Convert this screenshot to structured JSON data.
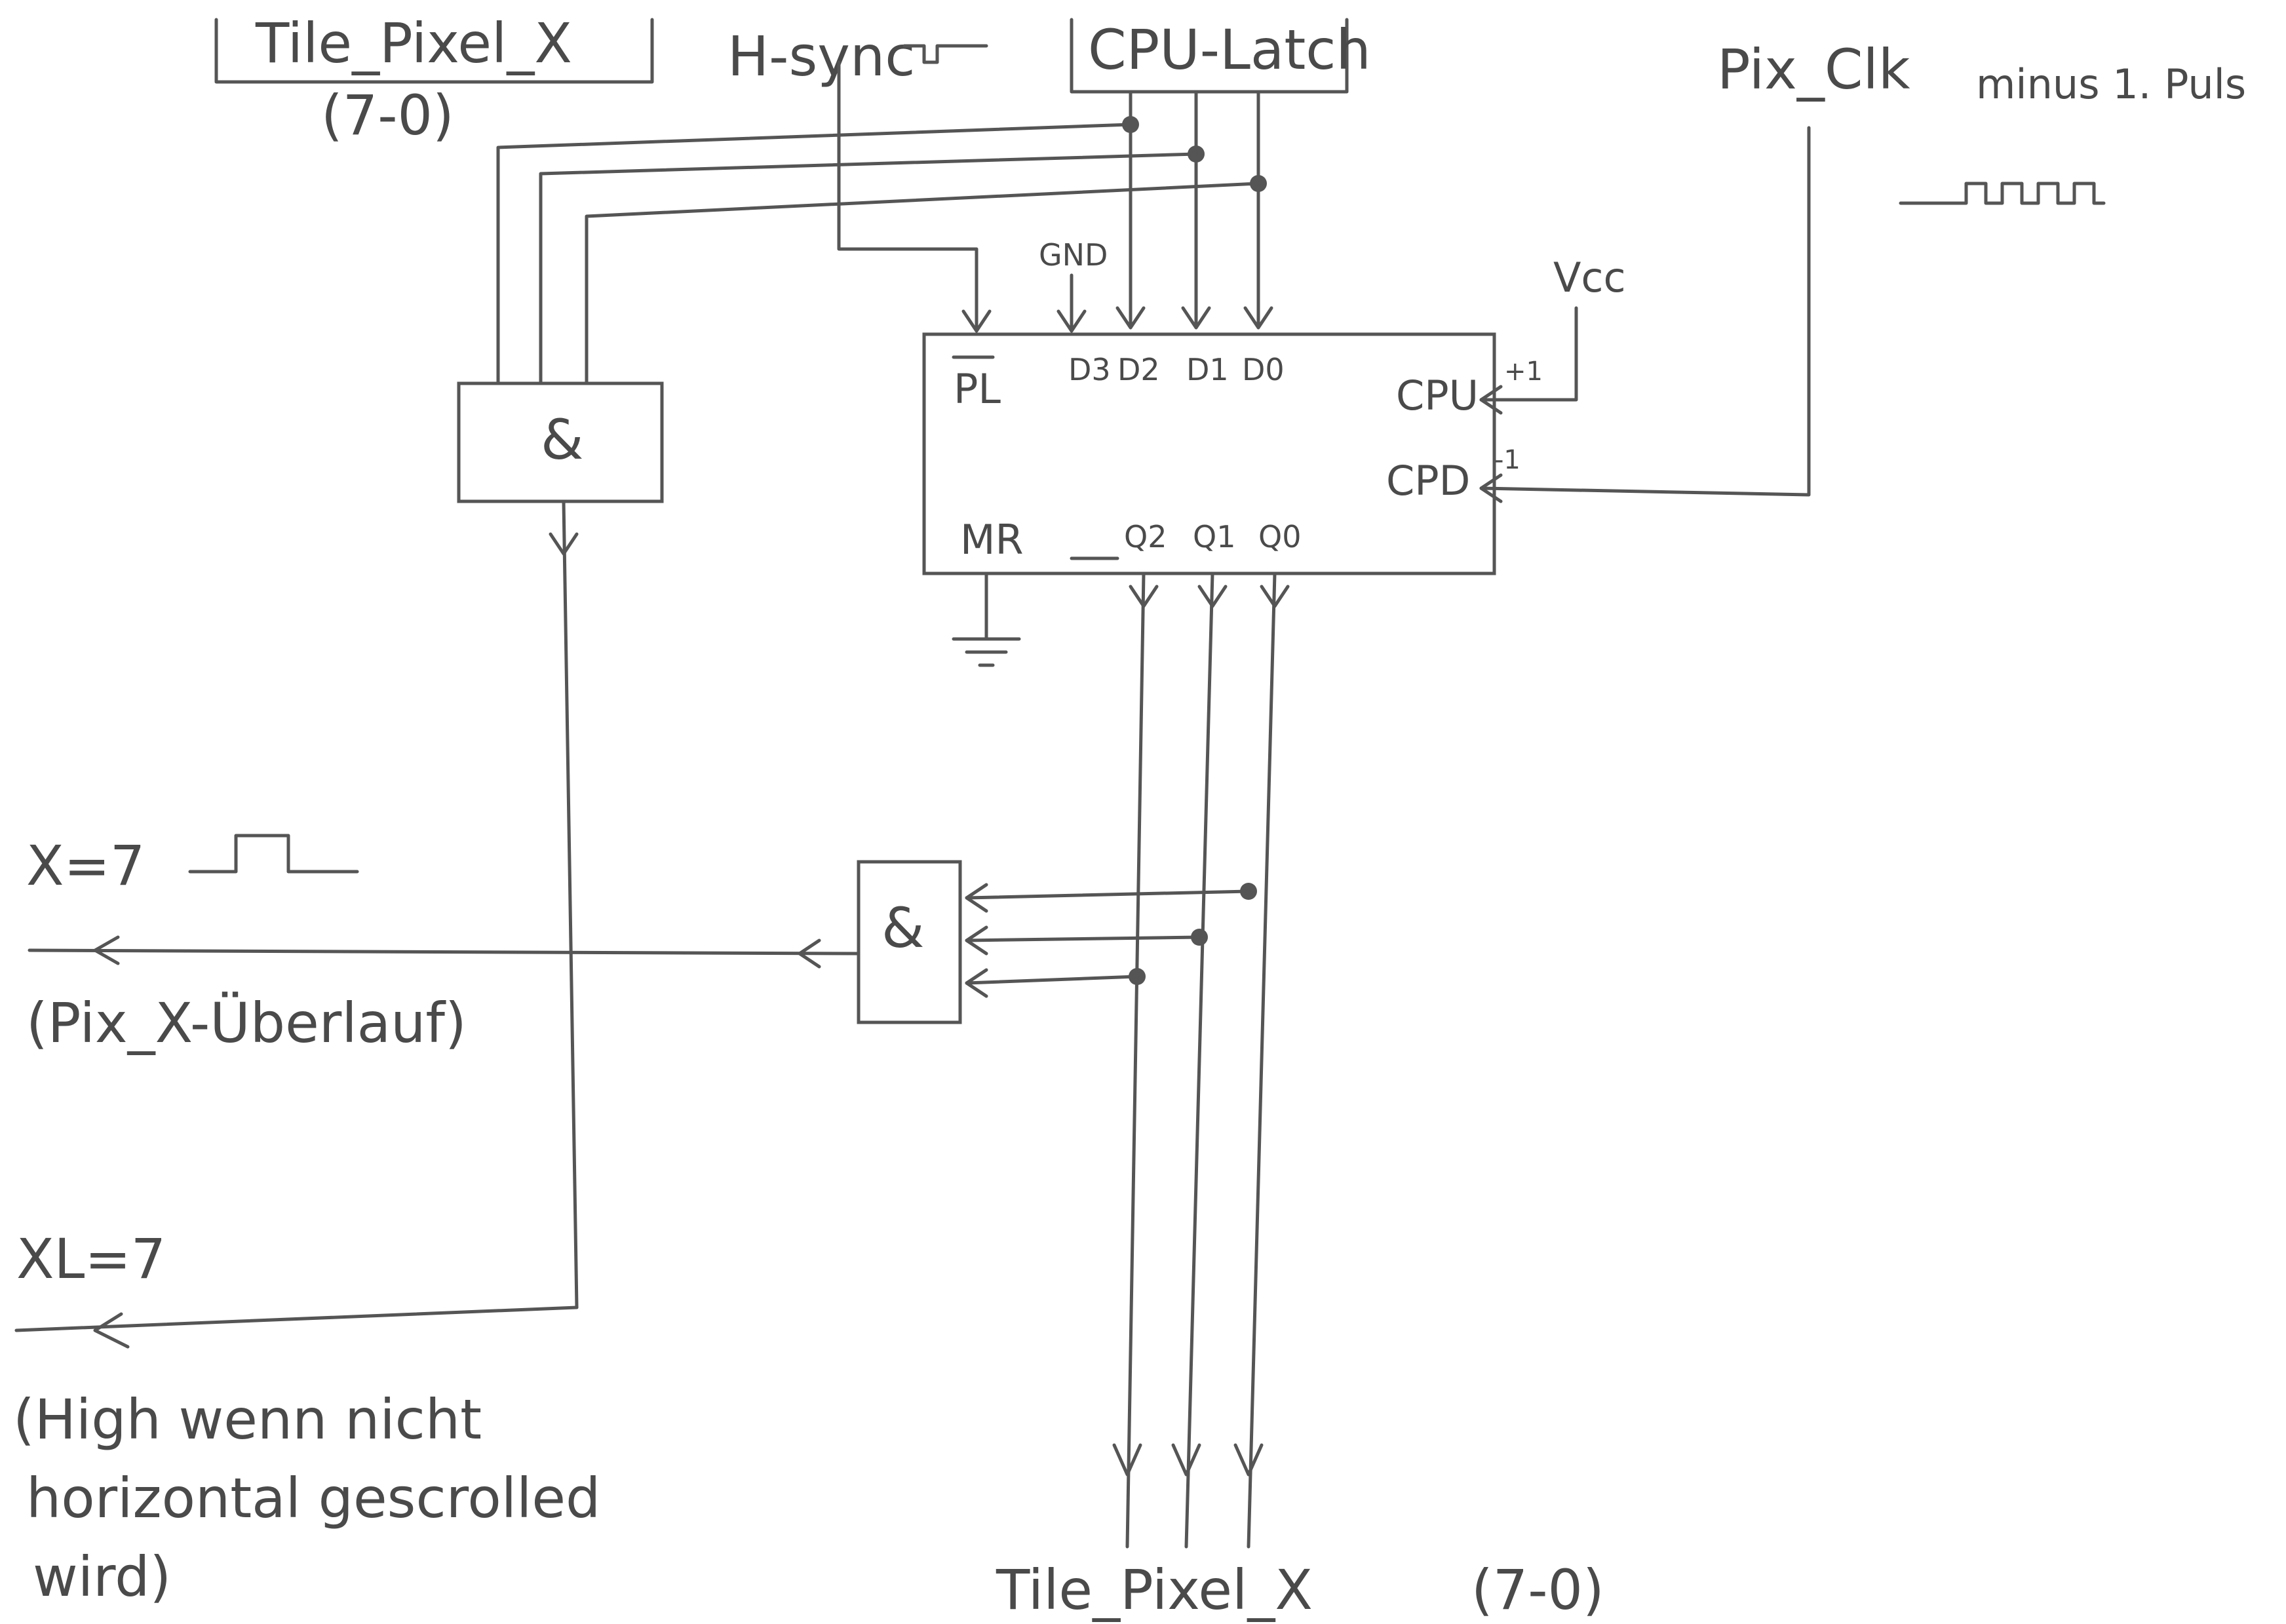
{
  "labels": {
    "tile_pixel_x_top": "Tile_Pixel_X",
    "tile_pixel_x_top_range": "(7-0)",
    "hsync": "H-sync",
    "cpu_latch": "CPU-Latch",
    "pix_clk": "Pix_Clk",
    "pix_clk_note": "minus 1. Puls",
    "gnd": "GND",
    "vcc": "Vcc",
    "x7": "X=7",
    "x7_note": "(Pix_X-Überlauf)",
    "xl7": "XL=7",
    "xl7_note_line1": "(High wenn nicht",
    "xl7_note_line2": "horizontal gescrolled",
    "xl7_note_line3": "wird)",
    "tile_pixel_x_bottom": "Tile_Pixel_X",
    "tile_pixel_x_bottom_range": "(7-0)"
  },
  "and_gate": {
    "symbol": "&"
  },
  "counter": {
    "pins_top": [
      "PL",
      "D3",
      "D2",
      "D1",
      "D0"
    ],
    "pins_right": [
      "CPU",
      "CPD"
    ],
    "pins_right_marks": [
      "+1",
      "-1"
    ],
    "pins_bottom": [
      "MR",
      "Q2",
      "Q1",
      "Q0"
    ]
  },
  "colors": {
    "ink": "#555555",
    "paper": "#ffffff"
  }
}
